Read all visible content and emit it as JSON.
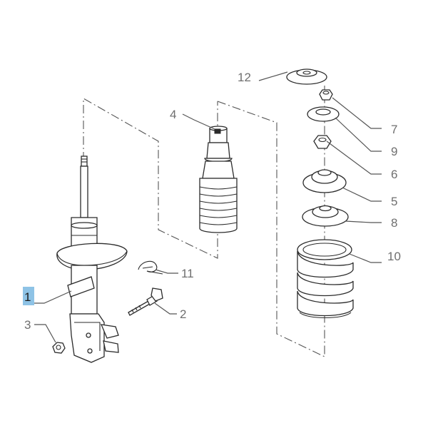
{
  "callouts": {
    "c1": "1",
    "c2": "2",
    "c3": "3",
    "c4": "4",
    "c5": "5",
    "c6": "6",
    "c7": "7",
    "c8": "8",
    "c9": "9",
    "c10": "10",
    "c11": "11",
    "c12": "12"
  },
  "highlight": {
    "selected_callout": "1",
    "color": "#8ec3e6"
  }
}
